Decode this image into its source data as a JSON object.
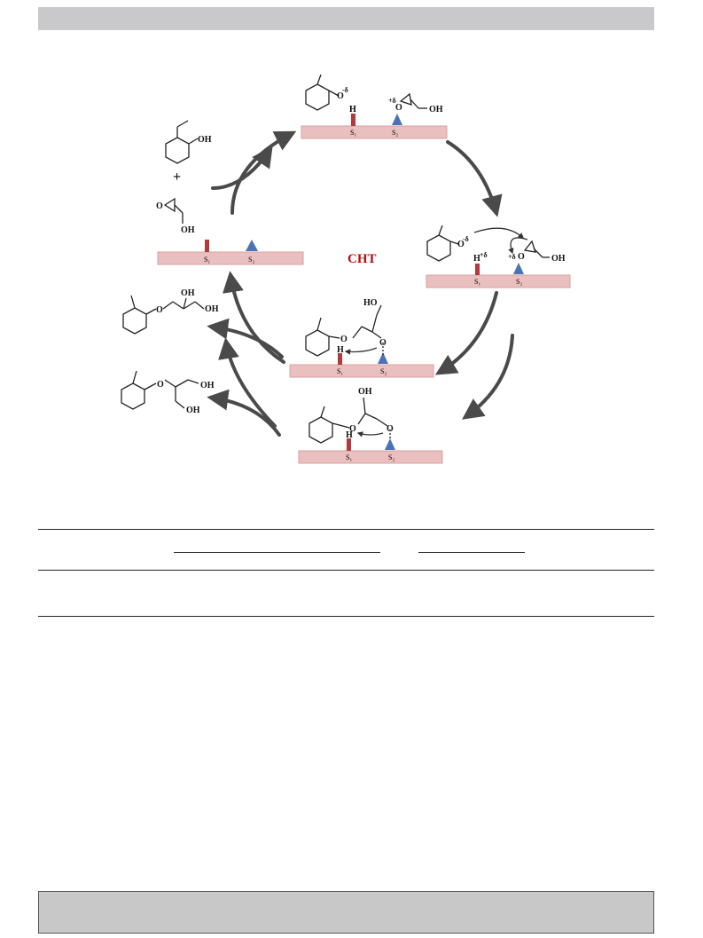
{
  "scheme": {
    "center_label": "CHT",
    "colors": {
      "surface": "#eabfbf",
      "brown_site": "#b23a3a",
      "blue_site": "#4a73b5",
      "arrow": "#4a4a4a",
      "label_red": "#b01010"
    },
    "labels": {
      "methoxy": "O",
      "hydroxyl": "OH",
      "hydroxyl_alt": "HO",
      "oxygen": "O",
      "plus": "+",
      "site1": "S₁",
      "site2": "S₂",
      "hydrogen": "H",
      "delta_minus": "-δ",
      "delta_plus": "+δ",
      "h_delta_plus": "+δ"
    },
    "icons": {
      "guaiacol": "guaiacol-structure-icon",
      "glycidol": "glycidol-structure-icon",
      "product_a": "product-1-structure-icon",
      "product_b": "product-2-structure-icon"
    }
  },
  "table": {
    "header": "",
    "body": ""
  }
}
